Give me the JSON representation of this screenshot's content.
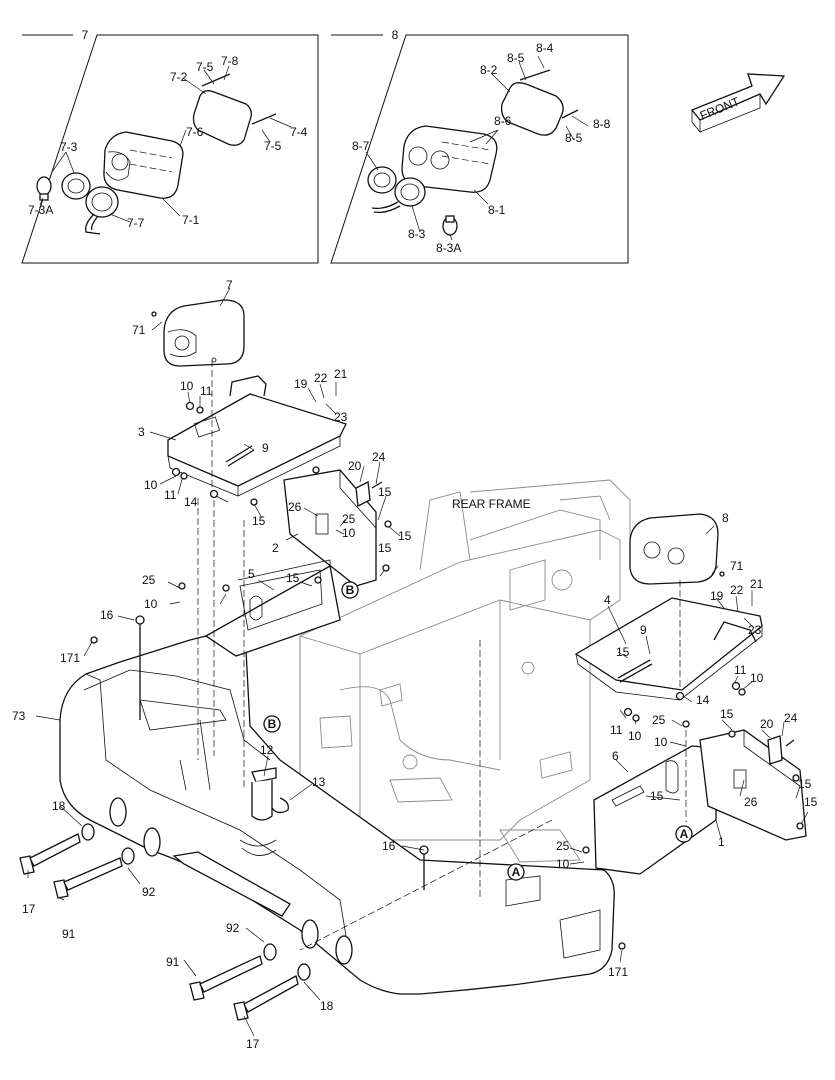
{
  "inset_boxes": [
    {
      "title": "7"
    },
    {
      "title": "8"
    }
  ],
  "front_arrow_label": "FRONT",
  "rear_frame_label": "REAR FRAME",
  "section_markers": [
    "B",
    "B",
    "A",
    "A"
  ],
  "callouts": [
    "7-5",
    "7-8",
    "7-2",
    "7-6",
    "7-4",
    "7-5",
    "7-3",
    "7-3A",
    "7-7",
    "7-1",
    "8-4",
    "8-5",
    "8-2",
    "8-6",
    "8-5",
    "8-8",
    "8-7",
    "8-1",
    "8-3",
    "8-3A",
    "7",
    "71",
    "10",
    "11",
    "19",
    "22",
    "21",
    "23",
    "3",
    "9",
    "10",
    "11",
    "14",
    "15",
    "20",
    "24",
    "26",
    "25",
    "10",
    "2",
    "15",
    "15",
    "15",
    "15",
    "5",
    "25",
    "10",
    "16",
    "171",
    "73",
    "12",
    "13",
    "18",
    "17",
    "91",
    "92",
    "91",
    "92",
    "18",
    "17",
    "8",
    "71",
    "4",
    "9",
    "19",
    "22",
    "21",
    "23",
    "15",
    "11",
    "10",
    "14",
    "11",
    "10",
    "25",
    "10",
    "15",
    "20",
    "24",
    "15",
    "6",
    "15",
    "26",
    "15",
    "1",
    "16",
    "25",
    "10",
    "171"
  ],
  "colors": {
    "ink": "#111111",
    "ghost": "#8a8a8a",
    "paper": "#ffffff"
  }
}
